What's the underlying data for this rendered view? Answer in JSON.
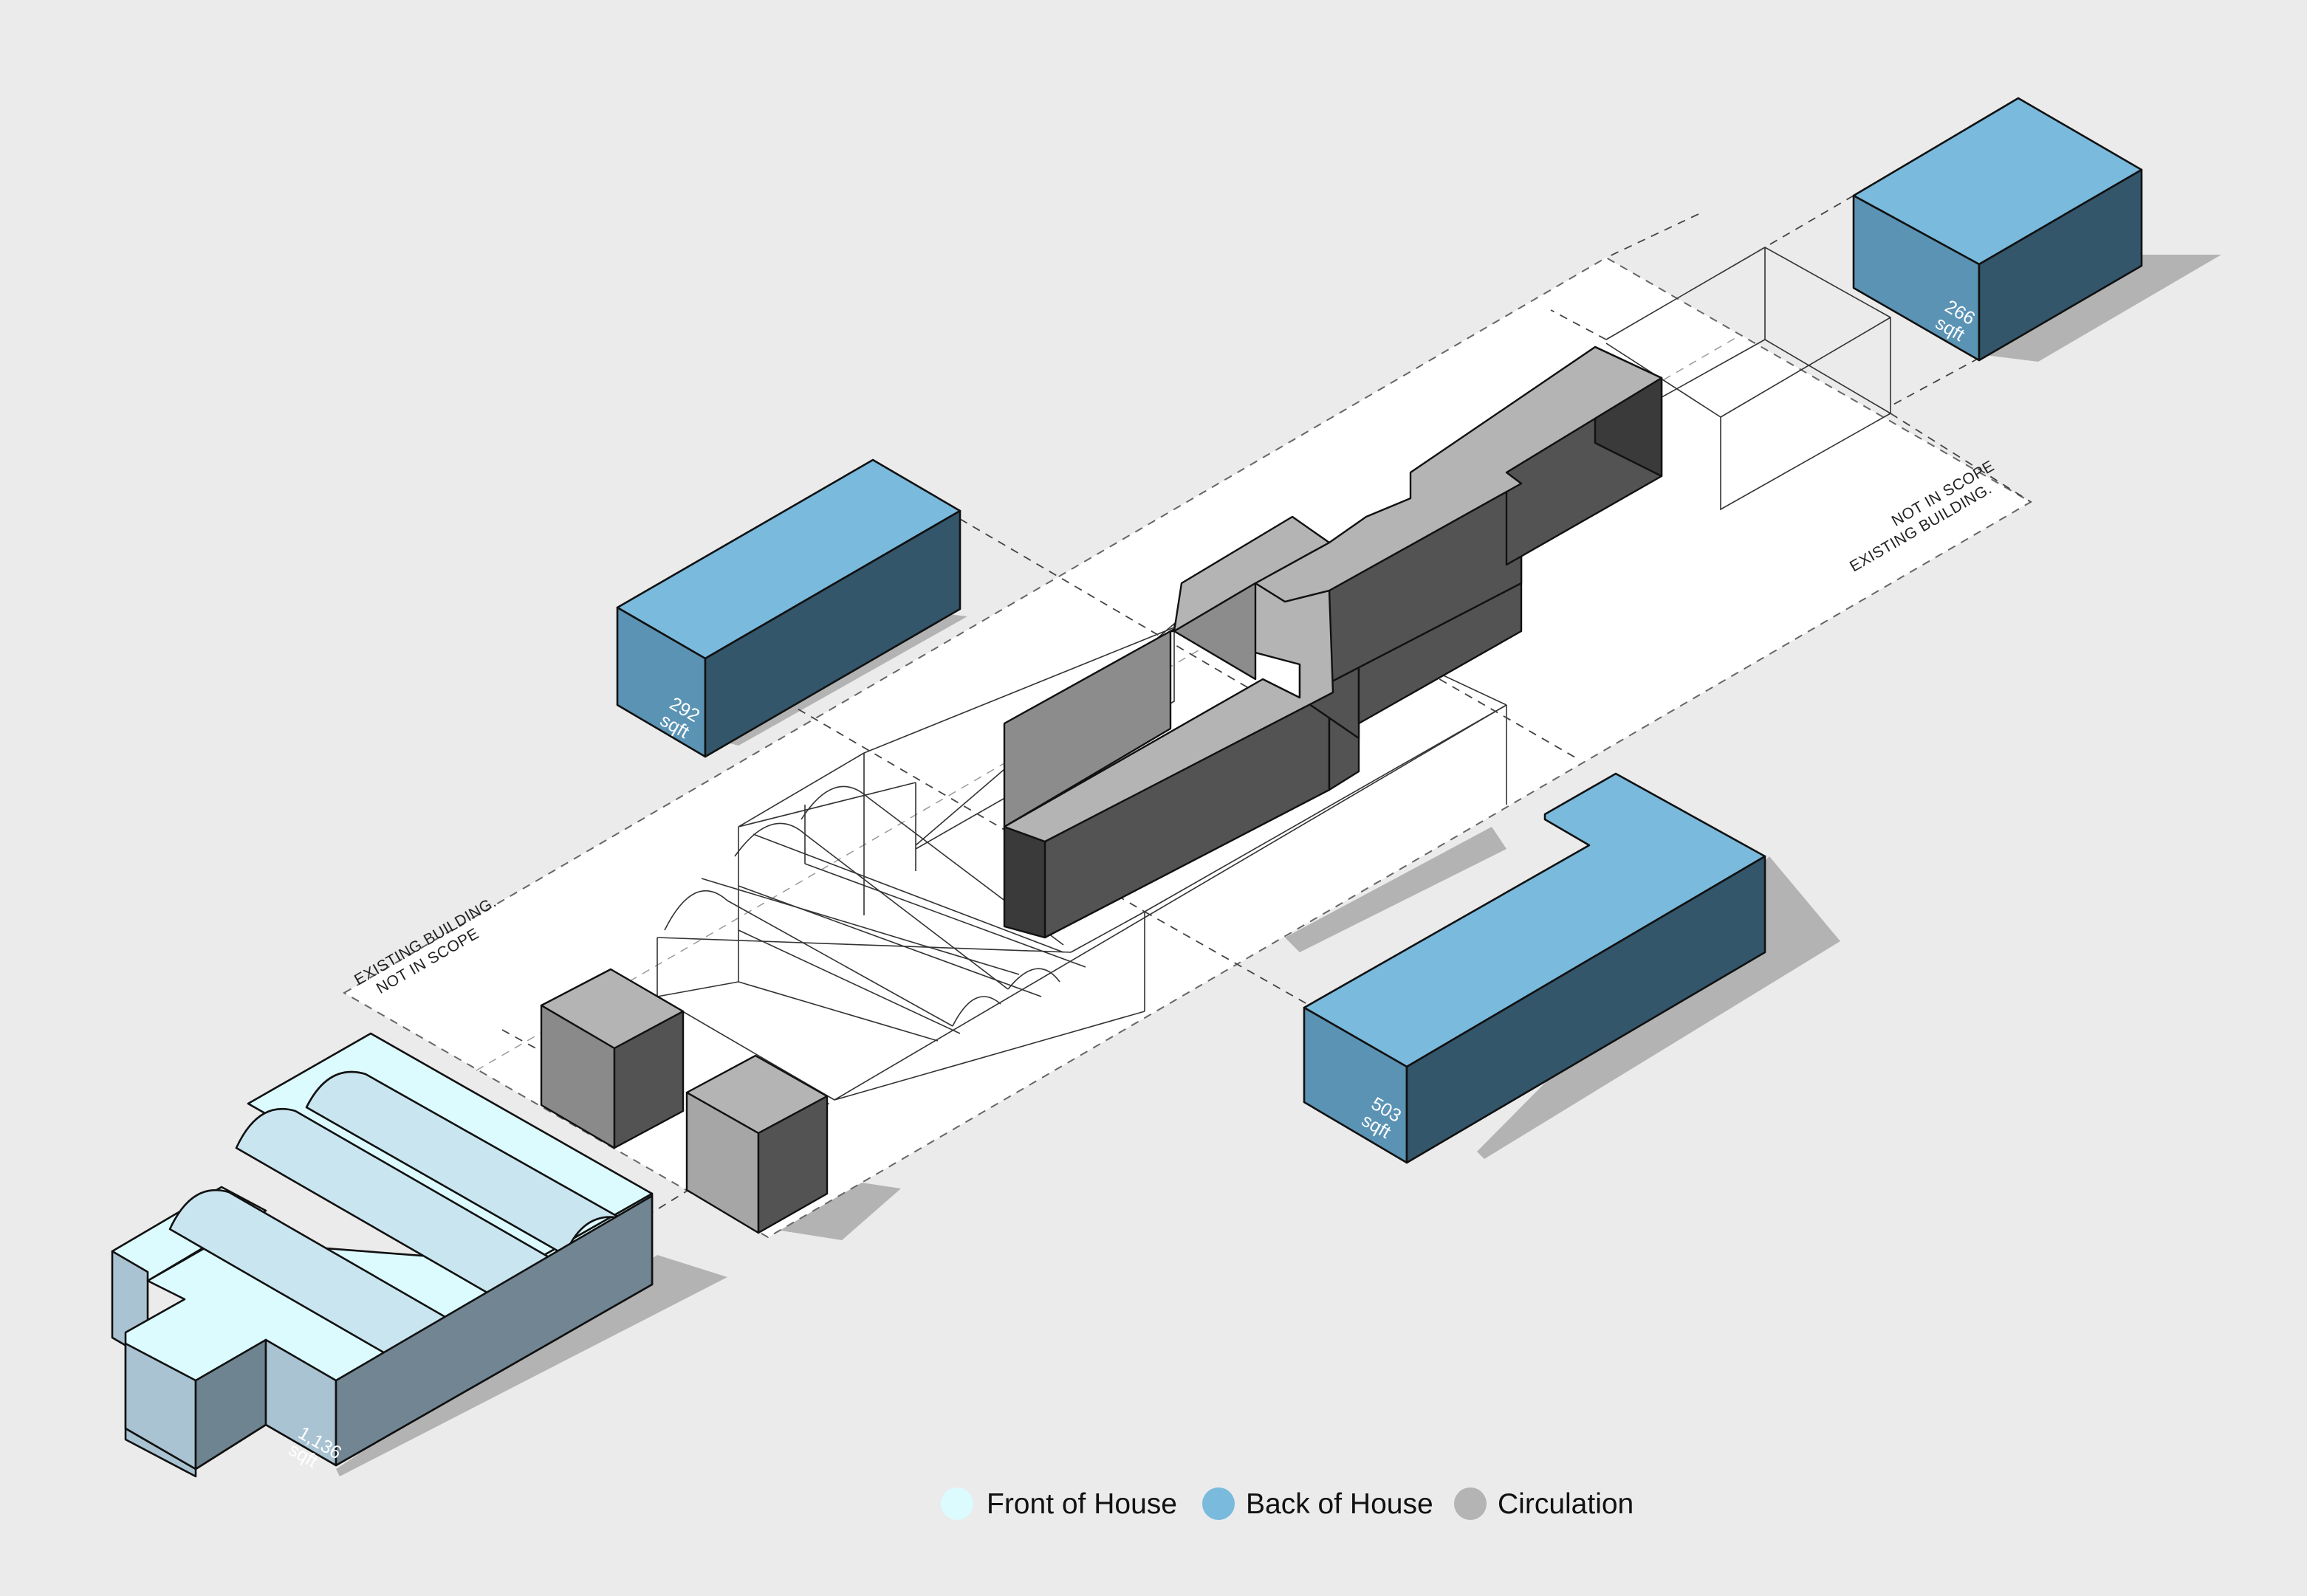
{
  "annotations": {
    "existing_building_left": [
      "EXISTING BUILDING.",
      "NOT IN SCOPE"
    ],
    "existing_building_right": [
      "EXISTING BUILDING.",
      "NOT IN SCOPE"
    ]
  },
  "area_labels": {
    "front_of_house_main": [
      "1,136",
      "sqft"
    ],
    "back_of_house_left": [
      "292",
      "sqft"
    ],
    "back_of_house_right_top": [
      "266",
      "sqft"
    ],
    "back_of_house_right_bottom": [
      "503",
      "sqft"
    ]
  },
  "legend": {
    "items": [
      {
        "label": "Front of House",
        "color": "#dcfbff"
      },
      {
        "label": "Back of House",
        "color": "#7abadd"
      },
      {
        "label": "Circulation",
        "color": "#b4b4b4"
      }
    ]
  },
  "colors": {
    "background": "#ebebeb",
    "front_of_house": "#dcfbff",
    "back_of_house_top": "#7abadd",
    "back_of_house_front": "#5b93b4",
    "back_of_house_side": "#33566b",
    "circulation_light": "#b4b4b4",
    "circulation_dark": "#535353"
  }
}
